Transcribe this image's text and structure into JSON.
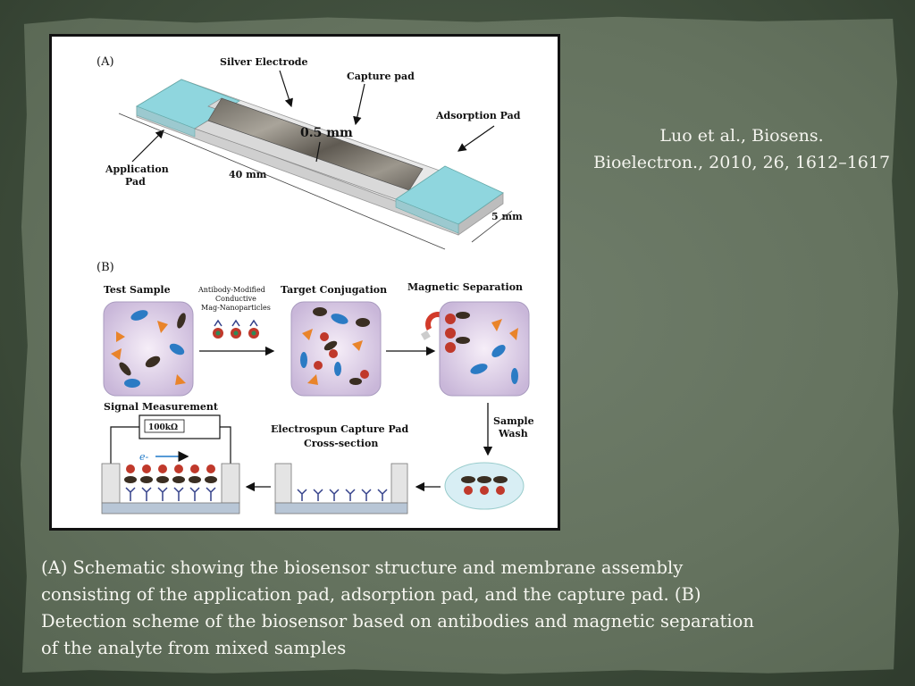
{
  "citation": {
    "line1": "Luo et al., Biosens.",
    "line2": "Bioelectron., 2010, 26, 1612–1617"
  },
  "figure": {
    "panel_a": {
      "label": "(A)",
      "silver_electrode": "Silver Electrode",
      "capture_pad": "Capture pad",
      "adsorption_pad": "Adsorption Pad",
      "application_pad_line1": "Application",
      "application_pad_line2": "Pad",
      "gap": "0.5 mm",
      "length": "40 mm",
      "width": "5 mm"
    },
    "panel_b": {
      "label": "(B)",
      "test_sample": "Test Sample",
      "reagent_line1": "Antibody-Modified",
      "reagent_line2": "Conductive",
      "reagent_line3": "Mag-Nanoparticles",
      "target_conjugation": "Target Conjugation",
      "magnetic_separation": "Magnetic Separation",
      "signal_measurement": "Signal Measurement",
      "meter_reading": "100kΩ",
      "electron": "e-",
      "capture_pad_line1": "Electrospun  Capture Pad",
      "capture_pad_line2": "Cross-section",
      "wash_line1": "Sample",
      "wash_line2": "Wash"
    }
  },
  "caption": {
    "line1": "(A) Schematic showing the biosensor structure and membrane assembly",
    "line2": "consisting of the application pad, adsorption pad, and the capture pad. (B)",
    "line3": "Detection scheme of the biosensor based on antibodies and magnetic separation",
    "line4": "of the analyte from mixed samples"
  }
}
